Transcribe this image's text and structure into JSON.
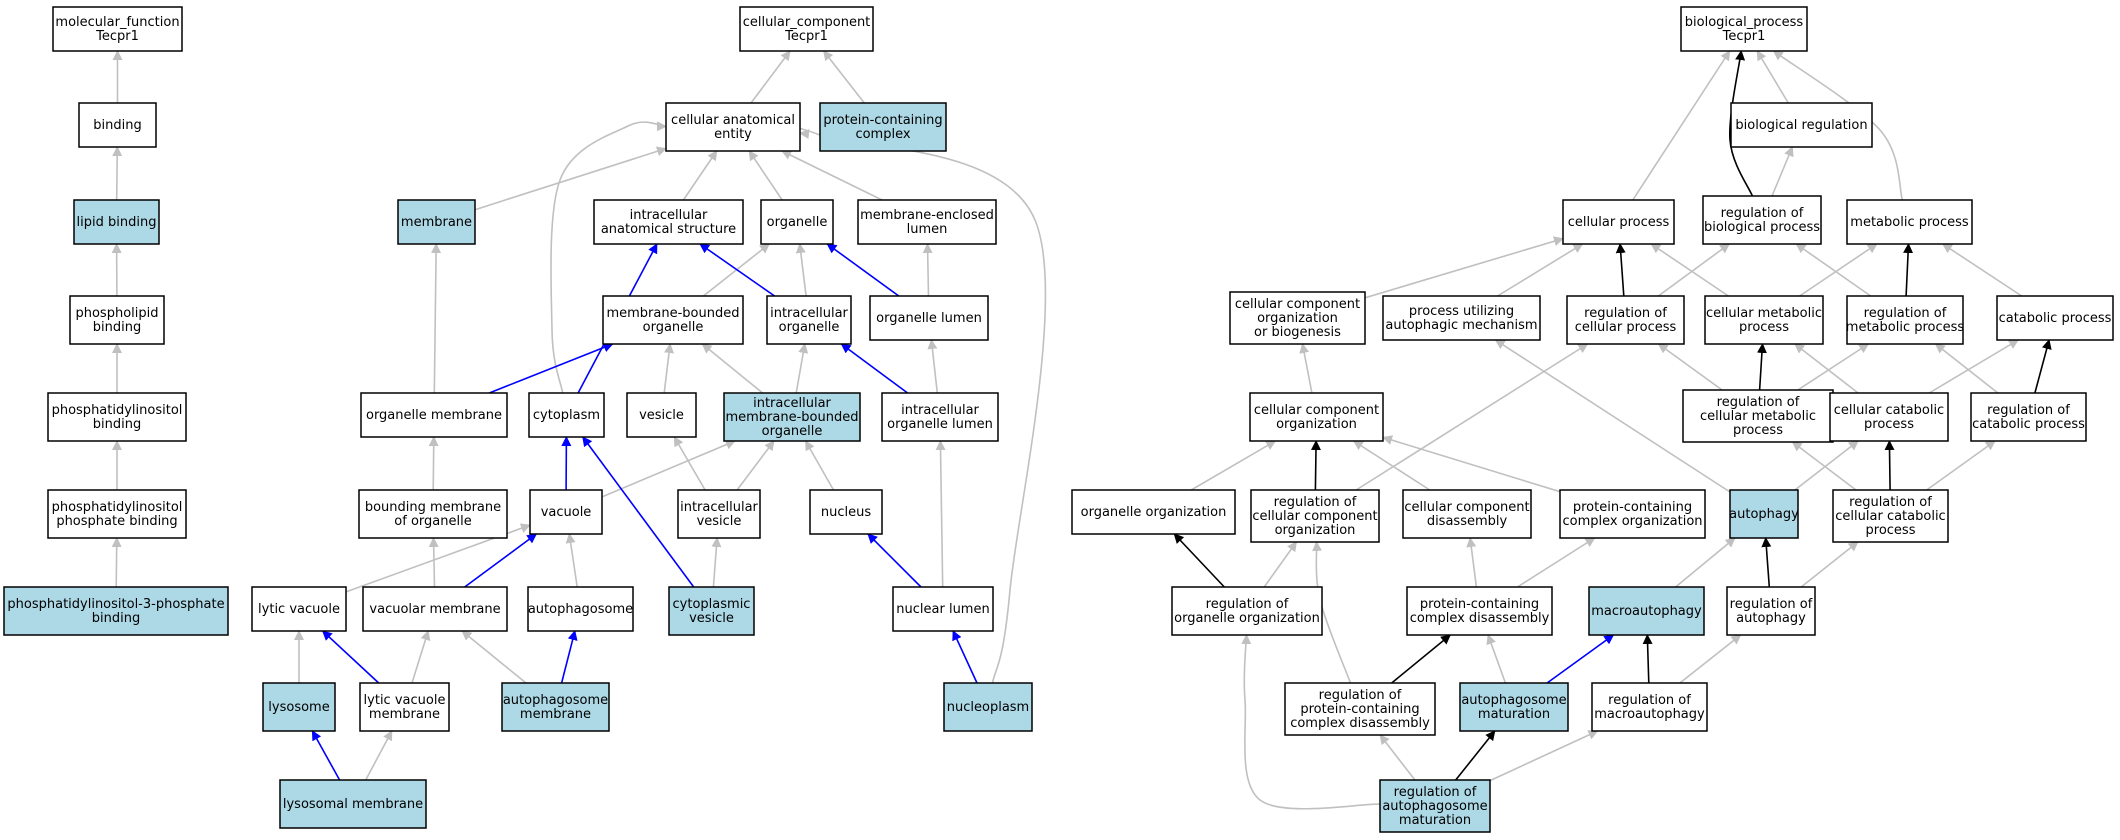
{
  "colors": {
    "highlight_fill": "#add8e6",
    "default_fill": "#ffffff",
    "edge_gray": "#c0c0c0",
    "edge_blue": "#0000ff",
    "edge_black": "#000000"
  },
  "nodes": [
    {
      "id": "mf",
      "lines": [
        "molecular_function",
        "Tecpr1"
      ],
      "hl": false
    },
    {
      "id": "binding",
      "lines": [
        "binding"
      ],
      "hl": false
    },
    {
      "id": "lipid",
      "lines": [
        "lipid binding"
      ],
      "hl": true
    },
    {
      "id": "phospholipid",
      "lines": [
        "phospholipid",
        "binding"
      ],
      "hl": false
    },
    {
      "id": "ptdins",
      "lines": [
        "phosphatidylinositol",
        "binding"
      ],
      "hl": false
    },
    {
      "id": "ptdinsp",
      "lines": [
        "phosphatidylinositol",
        "phosphate binding"
      ],
      "hl": false
    },
    {
      "id": "pi3p",
      "lines": [
        "phosphatidylinositol-3-phosphate",
        "binding"
      ],
      "hl": true
    },
    {
      "id": "cc",
      "lines": [
        "cellular_component",
        "Tecpr1"
      ],
      "hl": false
    },
    {
      "id": "cae",
      "lines": [
        "cellular anatomical",
        "entity"
      ],
      "hl": false
    },
    {
      "id": "pcc",
      "lines": [
        "protein-containing",
        "complex"
      ],
      "hl": true
    },
    {
      "id": "membrane",
      "lines": [
        "membrane"
      ],
      "hl": true
    },
    {
      "id": "ias",
      "lines": [
        "intracellular",
        "anatomical structure"
      ],
      "hl": false
    },
    {
      "id": "organelle",
      "lines": [
        "organelle"
      ],
      "hl": false
    },
    {
      "id": "mel",
      "lines": [
        "membrane-enclosed",
        "lumen"
      ],
      "hl": false
    },
    {
      "id": "mbo",
      "lines": [
        "membrane-bounded",
        "organelle"
      ],
      "hl": false
    },
    {
      "id": "io",
      "lines": [
        "intracellular",
        "organelle"
      ],
      "hl": false
    },
    {
      "id": "olumen",
      "lines": [
        "organelle lumen"
      ],
      "hl": false
    },
    {
      "id": "omem",
      "lines": [
        "organelle membrane"
      ],
      "hl": false
    },
    {
      "id": "cytoplasm",
      "lines": [
        "cytoplasm"
      ],
      "hl": false
    },
    {
      "id": "vesicle",
      "lines": [
        "vesicle"
      ],
      "hl": false
    },
    {
      "id": "imbo",
      "lines": [
        "intracellular",
        "membrane-bounded",
        "organelle"
      ],
      "hl": true
    },
    {
      "id": "iol",
      "lines": [
        "intracellular",
        "organelle lumen"
      ],
      "hl": false
    },
    {
      "id": "bmo",
      "lines": [
        "bounding membrane",
        "of organelle"
      ],
      "hl": false
    },
    {
      "id": "vacuole",
      "lines": [
        "vacuole"
      ],
      "hl": false
    },
    {
      "id": "ivesicle",
      "lines": [
        "intracellular",
        "vesicle"
      ],
      "hl": false
    },
    {
      "id": "nucleus",
      "lines": [
        "nucleus"
      ],
      "hl": false
    },
    {
      "id": "lytvac",
      "lines": [
        "lytic vacuole"
      ],
      "hl": false
    },
    {
      "id": "vacmem",
      "lines": [
        "vacuolar membrane"
      ],
      "hl": false
    },
    {
      "id": "autophagosome",
      "lines": [
        "autophagosome"
      ],
      "hl": false
    },
    {
      "id": "cytves",
      "lines": [
        "cytoplasmic",
        "vesicle"
      ],
      "hl": true
    },
    {
      "id": "nuclumen",
      "lines": [
        "nuclear lumen"
      ],
      "hl": false
    },
    {
      "id": "lysosome",
      "lines": [
        "lysosome"
      ],
      "hl": true
    },
    {
      "id": "lvm",
      "lines": [
        "lytic vacuole",
        "membrane"
      ],
      "hl": false
    },
    {
      "id": "apmem",
      "lines": [
        "autophagosome",
        "membrane"
      ],
      "hl": true
    },
    {
      "id": "nucleoplasm",
      "lines": [
        "nucleoplasm"
      ],
      "hl": true
    },
    {
      "id": "lysmem",
      "lines": [
        "lysosomal membrane"
      ],
      "hl": true
    },
    {
      "id": "bp",
      "lines": [
        "biological_process",
        "Tecpr1"
      ],
      "hl": false
    },
    {
      "id": "breg",
      "lines": [
        "biological regulation"
      ],
      "hl": false
    },
    {
      "id": "cp",
      "lines": [
        "cellular process"
      ],
      "hl": false
    },
    {
      "id": "rbp",
      "lines": [
        "regulation of",
        "biological process"
      ],
      "hl": false
    },
    {
      "id": "mp",
      "lines": [
        "metabolic process"
      ],
      "hl": false
    },
    {
      "id": "ccob",
      "lines": [
        "cellular component",
        "organization",
        "or biogenesis"
      ],
      "hl": false
    },
    {
      "id": "puam",
      "lines": [
        "process utilizing",
        "autophagic mechanism"
      ],
      "hl": false
    },
    {
      "id": "rcp",
      "lines": [
        "regulation of",
        "cellular process"
      ],
      "hl": false
    },
    {
      "id": "cmp",
      "lines": [
        "cellular metabolic",
        "process"
      ],
      "hl": false
    },
    {
      "id": "rmp",
      "lines": [
        "regulation of",
        "metabolic process"
      ],
      "hl": false
    },
    {
      "id": "catp",
      "lines": [
        "catabolic process"
      ],
      "hl": false
    },
    {
      "id": "cco",
      "lines": [
        "cellular component",
        "organization"
      ],
      "hl": false
    },
    {
      "id": "rcmp",
      "lines": [
        "regulation of",
        "cellular metabolic",
        "process"
      ],
      "hl": false
    },
    {
      "id": "ccatp",
      "lines": [
        "cellular catabolic",
        "process"
      ],
      "hl": false
    },
    {
      "id": "rcatp",
      "lines": [
        "regulation of",
        "catabolic process"
      ],
      "hl": false
    },
    {
      "id": "oo",
      "lines": [
        "organelle organization"
      ],
      "hl": false
    },
    {
      "id": "rcco",
      "lines": [
        "regulation of",
        "cellular component",
        "organization"
      ],
      "hl": false
    },
    {
      "id": "ccd",
      "lines": [
        "cellular component",
        "disassembly"
      ],
      "hl": false
    },
    {
      "id": "pcco",
      "lines": [
        "protein-containing",
        "complex organization"
      ],
      "hl": false
    },
    {
      "id": "autophagy",
      "lines": [
        "autophagy"
      ],
      "hl": true
    },
    {
      "id": "rccatp",
      "lines": [
        "regulation of",
        "cellular catabolic",
        "process"
      ],
      "hl": false
    },
    {
      "id": "roo",
      "lines": [
        "regulation of",
        "organelle organization"
      ],
      "hl": false
    },
    {
      "id": "pccd",
      "lines": [
        "protein-containing",
        "complex disassembly"
      ],
      "hl": false
    },
    {
      "id": "macroaut",
      "lines": [
        "macroautophagy"
      ],
      "hl": true
    },
    {
      "id": "raut",
      "lines": [
        "regulation of",
        "autophagy"
      ],
      "hl": false
    },
    {
      "id": "rpccd",
      "lines": [
        "regulation of",
        "protein-containing",
        "complex disassembly"
      ],
      "hl": false
    },
    {
      "id": "apmat",
      "lines": [
        "autophagosome",
        "maturation"
      ],
      "hl": true
    },
    {
      "id": "rmacro",
      "lines": [
        "regulation of",
        "macroautophagy"
      ],
      "hl": false
    },
    {
      "id": "rapmat",
      "lines": [
        "regulation of",
        "autophagosome",
        "maturation"
      ],
      "hl": true
    }
  ],
  "edges": [
    {
      "from": "binding",
      "to": "mf",
      "color": "gray"
    },
    {
      "from": "lipid",
      "to": "binding",
      "color": "gray"
    },
    {
      "from": "phospholipid",
      "to": "lipid",
      "color": "gray"
    },
    {
      "from": "ptdins",
      "to": "phospholipid",
      "color": "gray"
    },
    {
      "from": "ptdinsp",
      "to": "ptdins",
      "color": "gray"
    },
    {
      "from": "pi3p",
      "to": "ptdinsp",
      "color": "gray"
    },
    {
      "from": "cae",
      "to": "cc",
      "color": "gray"
    },
    {
      "from": "pcc",
      "to": "cc",
      "color": "gray"
    },
    {
      "from": "membrane",
      "to": "cae",
      "color": "gray"
    },
    {
      "from": "ias",
      "to": "cae",
      "color": "gray"
    },
    {
      "from": "organelle",
      "to": "cae",
      "color": "gray"
    },
    {
      "from": "mel",
      "to": "cae",
      "color": "gray"
    },
    {
      "from": "cytoplasm",
      "to": "cae",
      "color": "gray"
    },
    {
      "from": "nucleoplasm",
      "to": "cae",
      "color": "gray"
    },
    {
      "from": "mbo",
      "to": "organelle",
      "color": "gray"
    },
    {
      "from": "io",
      "to": "organelle",
      "color": "gray"
    },
    {
      "from": "olumen",
      "to": "organelle",
      "color": "blue"
    },
    {
      "from": "io",
      "to": "ias",
      "color": "blue"
    },
    {
      "from": "olumen",
      "to": "mel",
      "color": "gray"
    },
    {
      "from": "omem",
      "to": "membrane",
      "color": "gray"
    },
    {
      "from": "omem",
      "to": "mbo",
      "color": "blue"
    },
    {
      "from": "cytoplasm",
      "to": "ias",
      "color": "blue"
    },
    {
      "from": "vesicle",
      "to": "mbo",
      "color": "gray"
    },
    {
      "from": "imbo",
      "to": "mbo",
      "color": "gray"
    },
    {
      "from": "imbo",
      "to": "io",
      "color": "gray"
    },
    {
      "from": "iol",
      "to": "io",
      "color": "blue"
    },
    {
      "from": "iol",
      "to": "olumen",
      "color": "gray"
    },
    {
      "from": "bmo",
      "to": "omem",
      "color": "gray"
    },
    {
      "from": "vacuole",
      "to": "cytoplasm",
      "color": "blue"
    },
    {
      "from": "vacuole",
      "to": "imbo",
      "color": "gray"
    },
    {
      "from": "ivesicle",
      "to": "imbo",
      "color": "gray"
    },
    {
      "from": "ivesicle",
      "to": "vesicle",
      "color": "gray"
    },
    {
      "from": "nucleus",
      "to": "imbo",
      "color": "gray"
    },
    {
      "from": "nuclumen",
      "to": "iol",
      "color": "gray"
    },
    {
      "from": "nuclumen",
      "to": "nucleus",
      "color": "blue"
    },
    {
      "from": "cytves",
      "to": "cytoplasm",
      "color": "blue"
    },
    {
      "from": "cytves",
      "to": "ivesicle",
      "color": "gray"
    },
    {
      "from": "lytvac",
      "to": "vacuole",
      "color": "gray"
    },
    {
      "from": "vacmem",
      "to": "vacuole",
      "color": "blue"
    },
    {
      "from": "vacmem",
      "to": "bmo",
      "color": "gray"
    },
    {
      "from": "autophagosome",
      "to": "vacuole",
      "color": "gray"
    },
    {
      "from": "lysosome",
      "to": "lytvac",
      "color": "gray"
    },
    {
      "from": "lvm",
      "to": "lytvac",
      "color": "blue"
    },
    {
      "from": "lvm",
      "to": "vacmem",
      "color": "gray"
    },
    {
      "from": "apmem",
      "to": "autophagosome",
      "color": "blue"
    },
    {
      "from": "apmem",
      "to": "vacmem",
      "color": "gray"
    },
    {
      "from": "nucleoplasm",
      "to": "nuclumen",
      "color": "blue"
    },
    {
      "from": "lysmem",
      "to": "lysosome",
      "color": "blue"
    },
    {
      "from": "lysmem",
      "to": "lvm",
      "color": "gray"
    },
    {
      "from": "breg",
      "to": "bp",
      "color": "gray"
    },
    {
      "from": "cp",
      "to": "bp",
      "color": "gray"
    },
    {
      "from": "rbp",
      "to": "bp",
      "color": "black"
    },
    {
      "from": "mp",
      "to": "bp",
      "color": "gray"
    },
    {
      "from": "rbp",
      "to": "breg",
      "color": "gray"
    },
    {
      "from": "ccob",
      "to": "cp",
      "color": "gray"
    },
    {
      "from": "puam",
      "to": "cp",
      "color": "gray"
    },
    {
      "from": "rcp",
      "to": "cp",
      "color": "black"
    },
    {
      "from": "cmp",
      "to": "cp",
      "color": "gray"
    },
    {
      "from": "rcp",
      "to": "rbp",
      "color": "gray"
    },
    {
      "from": "rmp",
      "to": "rbp",
      "color": "gray"
    },
    {
      "from": "cmp",
      "to": "mp",
      "color": "gray"
    },
    {
      "from": "rmp",
      "to": "mp",
      "color": "black"
    },
    {
      "from": "catp",
      "to": "mp",
      "color": "gray"
    },
    {
      "from": "cco",
      "to": "ccob",
      "color": "gray"
    },
    {
      "from": "rcco",
      "to": "rcp",
      "color": "gray"
    },
    {
      "from": "rcmp",
      "to": "rcp",
      "color": "gray"
    },
    {
      "from": "rcmp",
      "to": "cmp",
      "color": "black"
    },
    {
      "from": "rcmp",
      "to": "rmp",
      "color": "gray"
    },
    {
      "from": "ccatp",
      "to": "cmp",
      "color": "gray"
    },
    {
      "from": "ccatp",
      "to": "catp",
      "color": "gray"
    },
    {
      "from": "rcatp",
      "to": "catp",
      "color": "black"
    },
    {
      "from": "rcatp",
      "to": "rmp",
      "color": "gray"
    },
    {
      "from": "autophagy",
      "to": "puam",
      "color": "gray"
    },
    {
      "from": "autophagy",
      "to": "ccatp",
      "color": "gray"
    },
    {
      "from": "rccatp",
      "to": "ccatp",
      "color": "black"
    },
    {
      "from": "rccatp",
      "to": "rcmp",
      "color": "gray"
    },
    {
      "from": "rccatp",
      "to": "rcatp",
      "color": "gray"
    },
    {
      "from": "oo",
      "to": "cco",
      "color": "gray"
    },
    {
      "from": "rcco",
      "to": "cco",
      "color": "black"
    },
    {
      "from": "ccd",
      "to": "cco",
      "color": "gray"
    },
    {
      "from": "pcco",
      "to": "cco",
      "color": "gray"
    },
    {
      "from": "roo",
      "to": "oo",
      "color": "black"
    },
    {
      "from": "roo",
      "to": "rcco",
      "color": "gray"
    },
    {
      "from": "pccd",
      "to": "ccd",
      "color": "gray"
    },
    {
      "from": "pccd",
      "to": "pcco",
      "color": "gray"
    },
    {
      "from": "macroaut",
      "to": "autophagy",
      "color": "gray"
    },
    {
      "from": "raut",
      "to": "autophagy",
      "color": "black"
    },
    {
      "from": "raut",
      "to": "rccatp",
      "color": "gray"
    },
    {
      "from": "rpccd",
      "to": "pccd",
      "color": "black"
    },
    {
      "from": "rpccd",
      "to": "rcco",
      "color": "gray"
    },
    {
      "from": "apmat",
      "to": "pccd",
      "color": "gray"
    },
    {
      "from": "apmat",
      "to": "macroaut",
      "color": "blue"
    },
    {
      "from": "rmacro",
      "to": "macroaut",
      "color": "black"
    },
    {
      "from": "rmacro",
      "to": "raut",
      "color": "gray"
    },
    {
      "from": "rapmat",
      "to": "roo",
      "color": "gray"
    },
    {
      "from": "rapmat",
      "to": "rpccd",
      "color": "gray"
    },
    {
      "from": "rapmat",
      "to": "apmat",
      "color": "black"
    },
    {
      "from": "rapmat",
      "to": "rmacro",
      "color": "gray"
    }
  ]
}
